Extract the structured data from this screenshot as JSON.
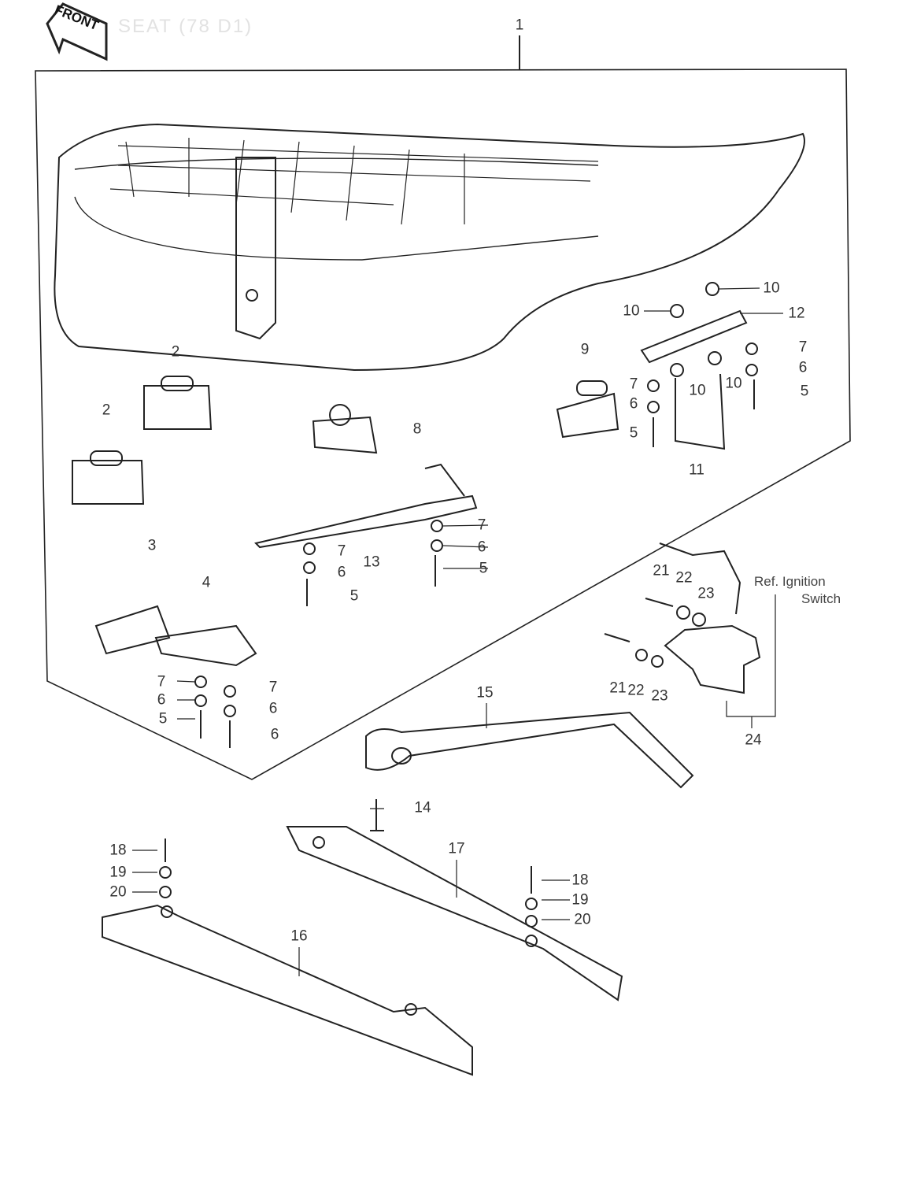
{
  "title_watermark": "SEAT (78 D1)",
  "front_badge": "FRONT",
  "note": {
    "line1": "Ref.  Ignition",
    "line2": "Switch"
  },
  "callouts": [
    "1",
    "2",
    "2",
    "3",
    "4",
    "7",
    "6",
    "5",
    "7",
    "6",
    "6",
    "7",
    "6",
    "5",
    "13",
    "7",
    "6",
    "5",
    "8",
    "9",
    "10",
    "10",
    "12",
    "7",
    "6",
    "5",
    "7",
    "6",
    "5",
    "10",
    "10",
    "11",
    "15",
    "14",
    "17",
    "18",
    "19",
    "20",
    "18",
    "19",
    "20",
    "16",
    "21",
    "22",
    "23",
    "21",
    "22",
    "23",
    "24"
  ]
}
